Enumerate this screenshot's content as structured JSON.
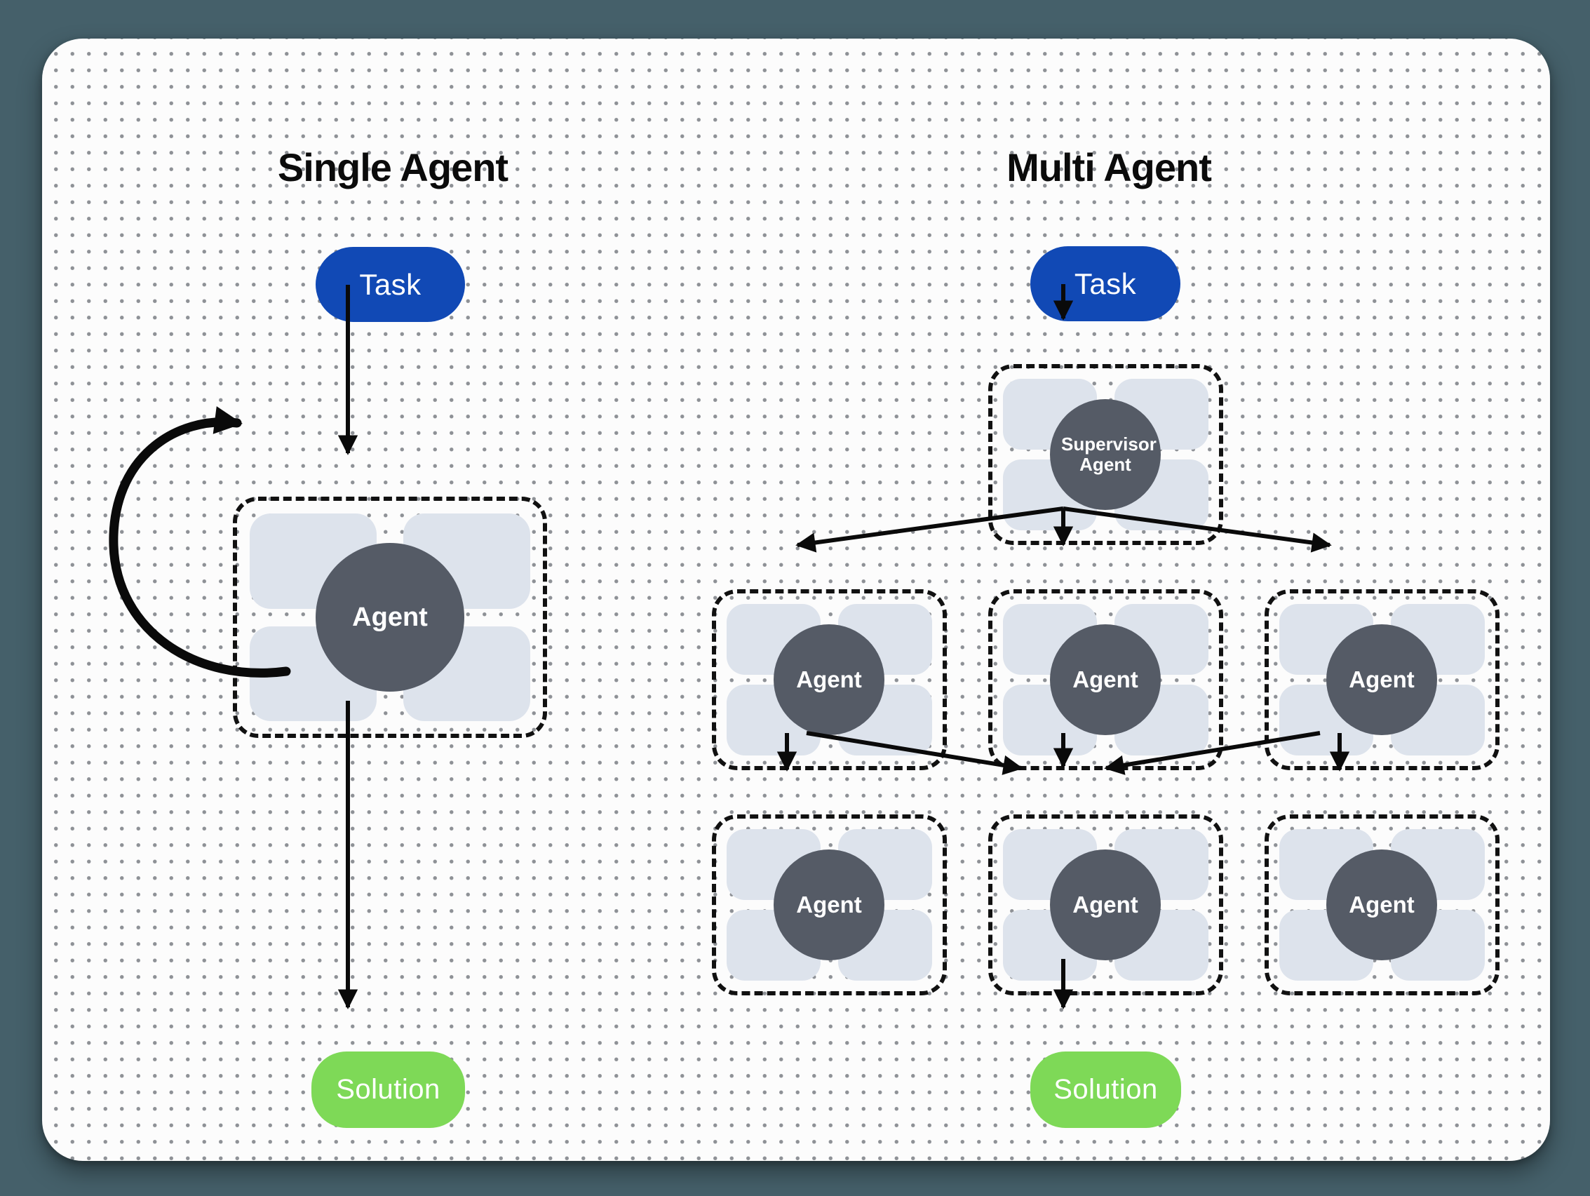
{
  "colors": {
    "page_background": "#45606A",
    "card_background": "#FCFCFC",
    "dot_grid": "#8E9196",
    "task_pill": "#1149B5",
    "solution_pill": "#7ED957",
    "agent_circle": "#555B66",
    "tool_tile": "#DDE3EC",
    "arrow": "#0A0A0A",
    "dashed_border": "#111111"
  },
  "left_panel": {
    "title": "Single Agent",
    "task_label": "Task",
    "agent": {
      "label": "Agent"
    },
    "solution_label": "Solution"
  },
  "right_panel": {
    "title": "Multi Agent",
    "task_label": "Task",
    "supervisor": {
      "label": "Supervisor Agent"
    },
    "workers_row1": [
      {
        "label": "Agent"
      },
      {
        "label": "Agent"
      },
      {
        "label": "Agent"
      }
    ],
    "workers_row2": [
      {
        "label": "Agent"
      },
      {
        "label": "Agent"
      },
      {
        "label": "Agent"
      }
    ],
    "solution_label": "Solution"
  }
}
